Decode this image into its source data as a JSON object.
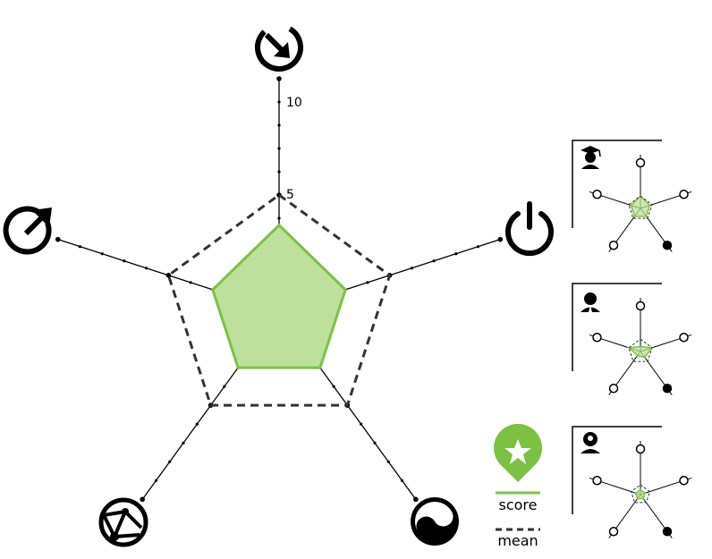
{
  "chart_data": {
    "type": "radar",
    "axes": [
      {
        "icon": "rotate-arrow-icon"
      },
      {
        "icon": "power-icon"
      },
      {
        "icon": "yin-yang-icon"
      },
      {
        "icon": "network-sphere-icon"
      },
      {
        "icon": "exit-arrow-icon"
      }
    ],
    "rlim": [
      0,
      10
    ],
    "tick_labels": [
      "5",
      "10"
    ],
    "series": [
      {
        "name": "score",
        "values": [
          3.7,
          3.0,
          3.0,
          3.0,
          3.0
        ],
        "color": "#7dc143",
        "fill": "#bde09c"
      },
      {
        "name": "mean",
        "values": [
          5.0,
          5.0,
          5.0,
          5.0,
          5.0
        ],
        "color": "#333333"
      }
    ],
    "legend": [
      {
        "label": "score",
        "style": "solid",
        "color": "#7dc143"
      },
      {
        "label": "mean",
        "style": "dashed",
        "color": "#333333"
      }
    ],
    "legend_marker_icon": "star-pin-icon",
    "small_multiples": [
      {
        "avatar_icon": "graduate-avatar-icon",
        "score": [
          2.5,
          2.0,
          2.0,
          2.0,
          2.0
        ],
        "mean": [
          2.5,
          2.5,
          2.5,
          2.5,
          2.5
        ]
      },
      {
        "avatar_icon": "suit-avatar-icon",
        "score": [
          1.0,
          2.5,
          1.5,
          1.0,
          2.5
        ],
        "mean": [
          2.5,
          2.5,
          2.5,
          2.5,
          2.5
        ]
      },
      {
        "avatar_icon": "idea-avatar-icon",
        "score": [
          1.0,
          1.0,
          1.0,
          1.0,
          1.0
        ],
        "mean": [
          2.0,
          2.0,
          2.0,
          2.0,
          2.0
        ]
      }
    ]
  }
}
